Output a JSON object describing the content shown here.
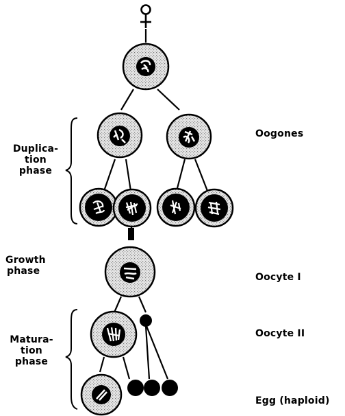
{
  "symbol": "♀",
  "phases": {
    "duplication": [
      "Duplica-",
      "tion",
      "phase"
    ],
    "growth": [
      "Growth",
      "phase"
    ],
    "maturation": [
      "Matura-",
      "tion",
      "phase"
    ]
  },
  "stages": {
    "oogones": "Oogones",
    "oocyte1": "Oocyte I",
    "oocyte2": "Oocyte II",
    "egg": "Egg (haploid)"
  },
  "colors": {
    "ink": "#000000",
    "cytoplasm": "#d4d4d4",
    "background": "#ffffff"
  }
}
